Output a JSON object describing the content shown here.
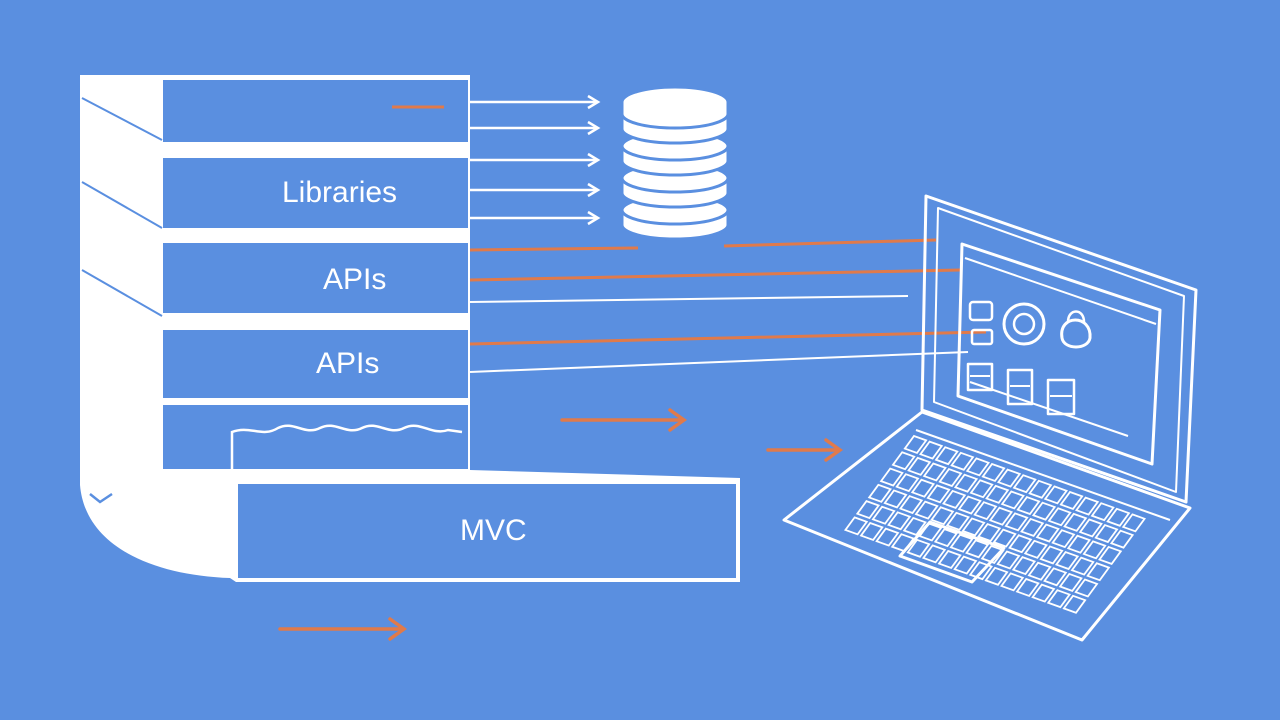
{
  "diagram": {
    "layers": [
      {
        "id": "top",
        "label": ""
      },
      {
        "id": "libraries",
        "label": "Libraries"
      },
      {
        "id": "apis-1",
        "label": "APIs"
      },
      {
        "id": "apis-2",
        "label": "APIs"
      },
      {
        "id": "squiggle",
        "label": ""
      },
      {
        "id": "mvc",
        "label": "MVC"
      }
    ],
    "icons": [
      "database-icon",
      "laptop-icon",
      "gear-icon",
      "lock-icon"
    ]
  },
  "colors": {
    "background": "#5a8fe0",
    "stroke": "#ffffff",
    "accent": "#e07a4a",
    "layer_fill": "#5a8fe0"
  }
}
